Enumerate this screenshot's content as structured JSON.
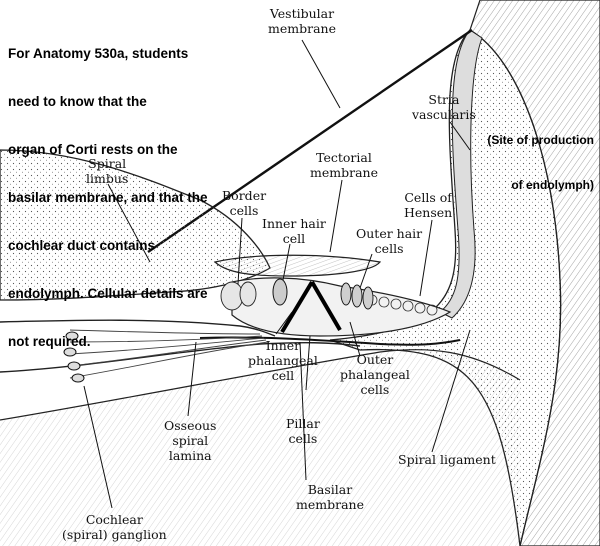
{
  "note": {
    "lines": [
      "For Anatomy 530a, students",
      "need to know that the",
      "organ of Corti rests on the",
      "basilar membrane, and that the",
      "cochlear duct contains",
      "endolymph. Cellular details are",
      "not required."
    ]
  },
  "side_note": {
    "lines": [
      "(Site of production",
      "of endolymph)"
    ]
  },
  "labels": {
    "vestibular_membrane": "Vestibular\nmembrane",
    "stria_vascularis": "Stria\nvascularis",
    "spiral_limbus": "Spiral\nlimbus",
    "tectorial_membrane": "Tectorial\nmembrane",
    "border_cells": "Border\ncells",
    "inner_hair_cell": "Inner hair\ncell",
    "cells_of_hensen": "Cells of\nHensen",
    "outer_hair_cells": "Outer hair\ncells",
    "inner_phalangeal_cell": "Inner\nphalangeal\ncell",
    "outer_phalangeal_cells": "Outer\nphalangeal\ncells",
    "osseous_spiral_lamina": "Osseous\nspiral\nlamina",
    "pillar_cells": "Pillar\ncells",
    "spiral_ligament": "Spiral ligament",
    "basilar_membrane": "Basilar\nmembrane",
    "cochlear_ganglion": "Cochlear\n(spiral) ganglion"
  }
}
